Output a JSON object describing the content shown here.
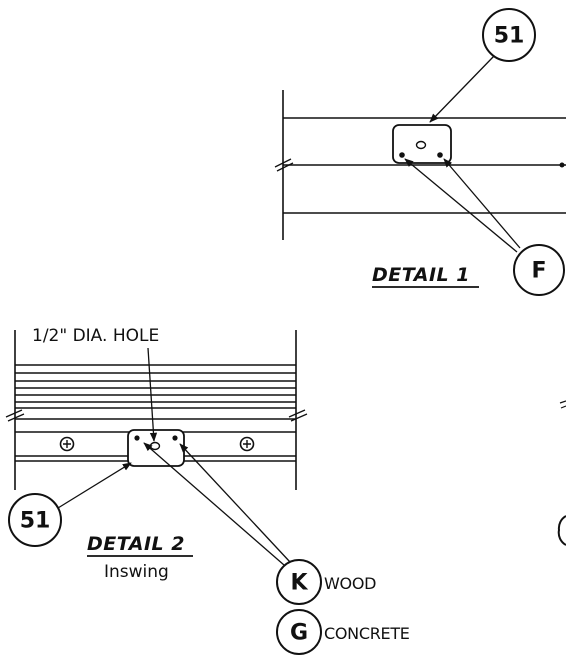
{
  "callouts": {
    "part_51_top": "51",
    "part_51_bottom": "51",
    "f": "F",
    "k": "K",
    "g": "G"
  },
  "detail1": {
    "title": "DETAIL 1"
  },
  "detail2": {
    "title": "DETAIL 2",
    "subtitle": "Inswing",
    "hole_note": "1/2\" DIA. HOLE"
  },
  "legend": {
    "k_label": "WOOD",
    "g_label": "CONCRETE"
  }
}
